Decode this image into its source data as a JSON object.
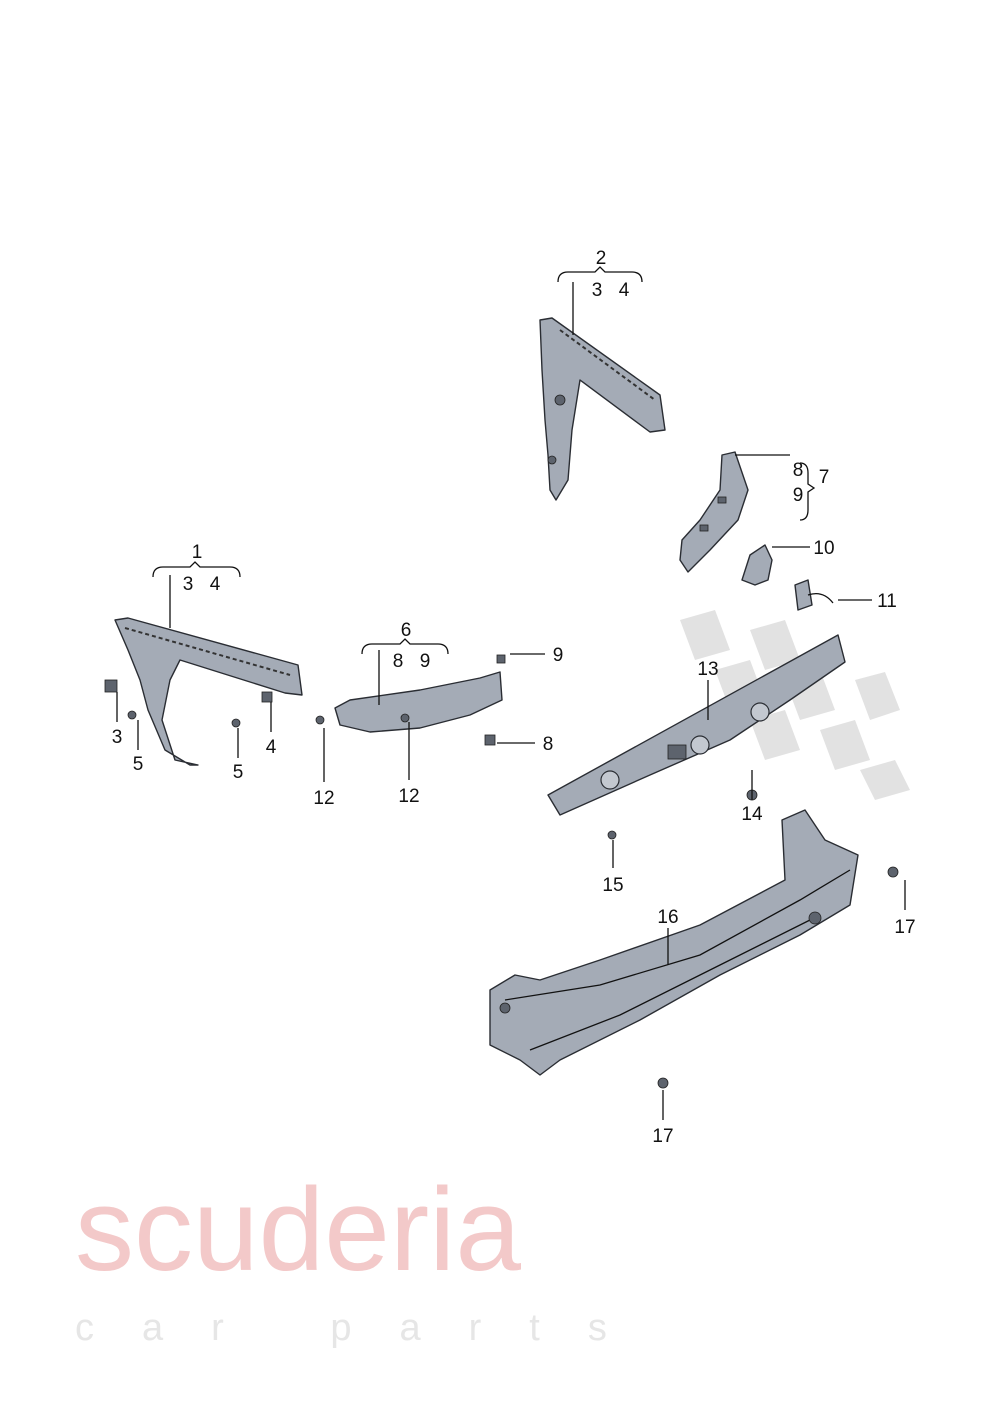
{
  "watermark": {
    "brand": "scuderia",
    "sub": "car parts",
    "color": "#f3c9c9"
  },
  "callouts": {
    "c1": "1",
    "c1_3": "3",
    "c1_4": "4",
    "c2": "2",
    "c2_3": "3",
    "c2_4": "4",
    "c6": "6",
    "c6_8": "8",
    "c6_9": "9",
    "c7": "7",
    "c7_8": "8",
    "c7_9": "9",
    "c3": "3",
    "c5a": "5",
    "c5b": "5",
    "c4": "4",
    "c9": "9",
    "c8": "8",
    "c10": "10",
    "c11": "11",
    "c12a": "12",
    "c12b": "12",
    "c13": "13",
    "c14": "14",
    "c15": "15",
    "c16": "16",
    "c17a": "17",
    "c17b": "17"
  },
  "colors": {
    "part_fill": "#a4abb6",
    "outline": "#2a2d33"
  }
}
